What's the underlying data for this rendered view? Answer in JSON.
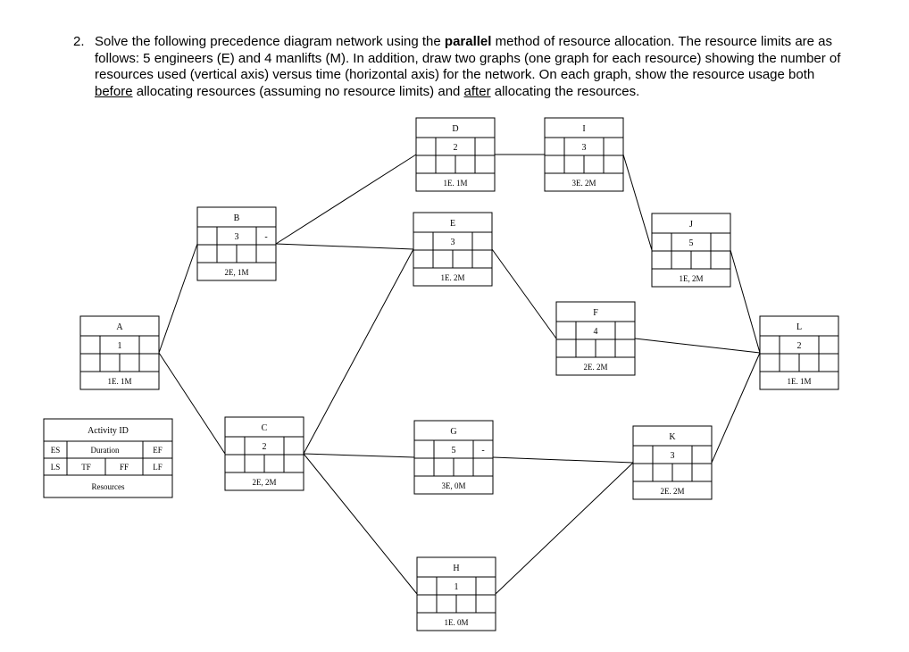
{
  "question": {
    "number": "2.",
    "part1": "Solve the following precedence diagram network using the ",
    "bold_word": "parallel",
    "part2": " method of resource allocation. The resource limits are as follows: 5 engineers (E) and 4 manlifts (M). In addition, draw two graphs (one graph for each resource) showing the number of resources used (vertical axis) versus time (horizontal axis) for the network. On each graph, show the resource usage both ",
    "underline1": "before",
    "part3": " allocating resources (assuming no resource limits) and ",
    "underline2": "after",
    "part4": " allocating the resources."
  },
  "legend": {
    "activity_id": "Activity ID",
    "es": "ES",
    "duration": "Duration",
    "ef": "EF",
    "ls": "LS",
    "tf": "TF",
    "ff": "FF",
    "lf": "LF",
    "resources": "Resources"
  },
  "activities": [
    {
      "id": "A",
      "duration": "1",
      "extra": "",
      "resources": "1E. 1M"
    },
    {
      "id": "B",
      "duration": "3",
      "extra": "-",
      "resources": "2E, 1M"
    },
    {
      "id": "C",
      "duration": "2",
      "extra": "",
      "resources": "2E, 2M"
    },
    {
      "id": "D",
      "duration": "2",
      "extra": "",
      "resources": "1E. 1M"
    },
    {
      "id": "E",
      "duration": "3",
      "extra": "",
      "resources": "1E. 2M"
    },
    {
      "id": "F",
      "duration": "4",
      "extra": "",
      "resources": "2E. 2M"
    },
    {
      "id": "G",
      "duration": "5",
      "extra": "-",
      "resources": "3E, 0M"
    },
    {
      "id": "H",
      "duration": "1",
      "extra": "",
      "resources": "1E. 0M"
    },
    {
      "id": "I",
      "duration": "3",
      "extra": "",
      "resources": "3E. 2M"
    },
    {
      "id": "J",
      "duration": "5",
      "extra": "",
      "resources": "1E, 2M"
    },
    {
      "id": "K",
      "duration": "3",
      "extra": "",
      "resources": "2E. 2M"
    },
    {
      "id": "L",
      "duration": "2",
      "extra": "",
      "resources": "1E. 1M"
    }
  ],
  "links": [
    {
      "from": "A",
      "to": "B"
    },
    {
      "from": "A",
      "to": "C"
    },
    {
      "from": "B",
      "to": "D"
    },
    {
      "from": "B",
      "to": "E"
    },
    {
      "from": "C",
      "to": "E"
    },
    {
      "from": "C",
      "to": "G"
    },
    {
      "from": "C",
      "to": "H"
    },
    {
      "from": "D",
      "to": "I"
    },
    {
      "from": "E",
      "to": "F"
    },
    {
      "from": "I",
      "to": "J"
    },
    {
      "from": "F",
      "to": "L"
    },
    {
      "from": "J",
      "to": "L"
    },
    {
      "from": "G",
      "to": "K"
    },
    {
      "from": "H",
      "to": "K"
    },
    {
      "from": "K",
      "to": "L"
    }
  ]
}
